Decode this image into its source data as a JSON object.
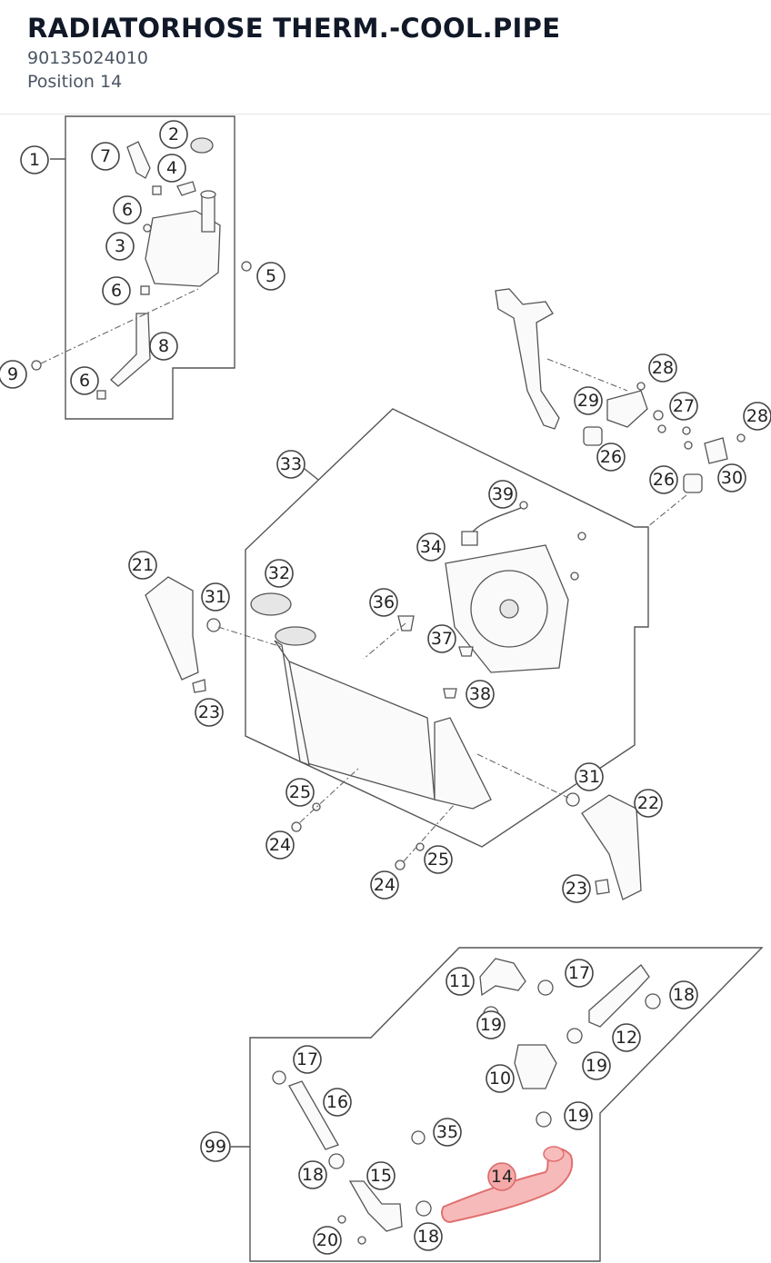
{
  "header": {
    "title": "RADIATORHOSE THERM.-COOL.PIPE",
    "part_number": "90135024010",
    "position": "Position 14"
  },
  "diagram": {
    "highlight_color": "#f4a3a3",
    "highlighted_part": "14",
    "callouts": [
      "1",
      "2",
      "3",
      "4",
      "5",
      "6",
      "6",
      "6",
      "7",
      "8",
      "9",
      "10",
      "11",
      "12",
      "14",
      "15",
      "16",
      "17",
      "17",
      "18",
      "18",
      "18",
      "19",
      "19",
      "19",
      "20",
      "21",
      "22",
      "23",
      "23",
      "24",
      "24",
      "25",
      "25",
      "26",
      "26",
      "27",
      "28",
      "28",
      "29",
      "30",
      "31",
      "31",
      "32",
      "33",
      "34",
      "35",
      "36",
      "37",
      "38",
      "39",
      "99"
    ]
  }
}
